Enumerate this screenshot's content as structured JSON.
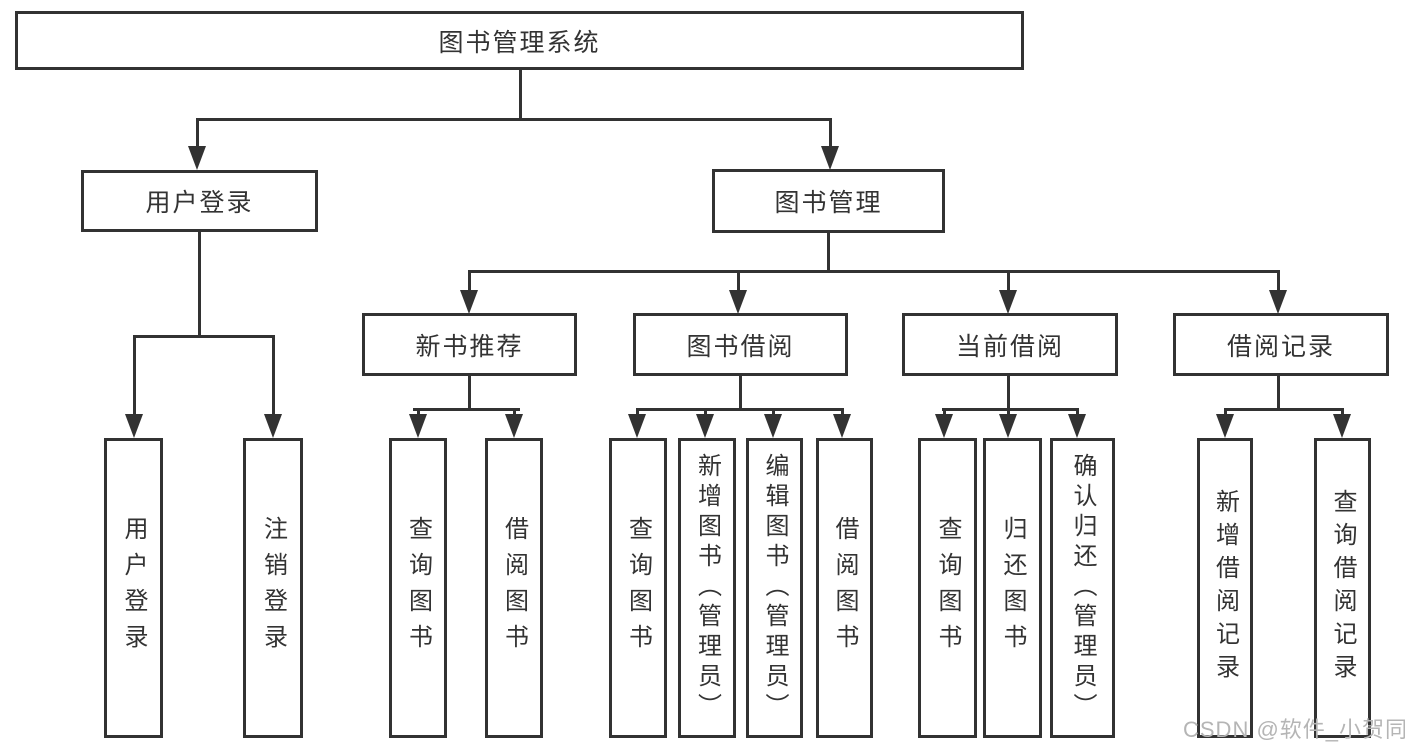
{
  "diagram": {
    "type": "hierarchy-tree",
    "root": "图书管理系统",
    "children": [
      {
        "label": "用户登录",
        "children": [
          {
            "label": "用户登录"
          },
          {
            "label": "注销登录"
          }
        ]
      },
      {
        "label": "图书管理",
        "children": [
          {
            "label": "新书推荐",
            "children": [
              {
                "label": "查询图书"
              },
              {
                "label": "借阅图书"
              }
            ]
          },
          {
            "label": "图书借阅",
            "children": [
              {
                "label": "查询图书"
              },
              {
                "label": "新增图书（管理员）"
              },
              {
                "label": "编辑图书（管理员）"
              },
              {
                "label": "借阅图书"
              }
            ]
          },
          {
            "label": "当前借阅",
            "children": [
              {
                "label": "查询图书"
              },
              {
                "label": "归还图书"
              },
              {
                "label": "确认归还（管理员）"
              }
            ]
          },
          {
            "label": "借阅记录",
            "children": [
              {
                "label": "新增借阅记录"
              },
              {
                "label": "查询借阅记录"
              }
            ]
          }
        ]
      }
    ]
  },
  "watermark": {
    "text": "CSDN @软件_小贺同学"
  },
  "colors": {
    "line": "#323232",
    "text": "#333333",
    "background": "#ffffff",
    "watermark": "#b5b5b5"
  }
}
